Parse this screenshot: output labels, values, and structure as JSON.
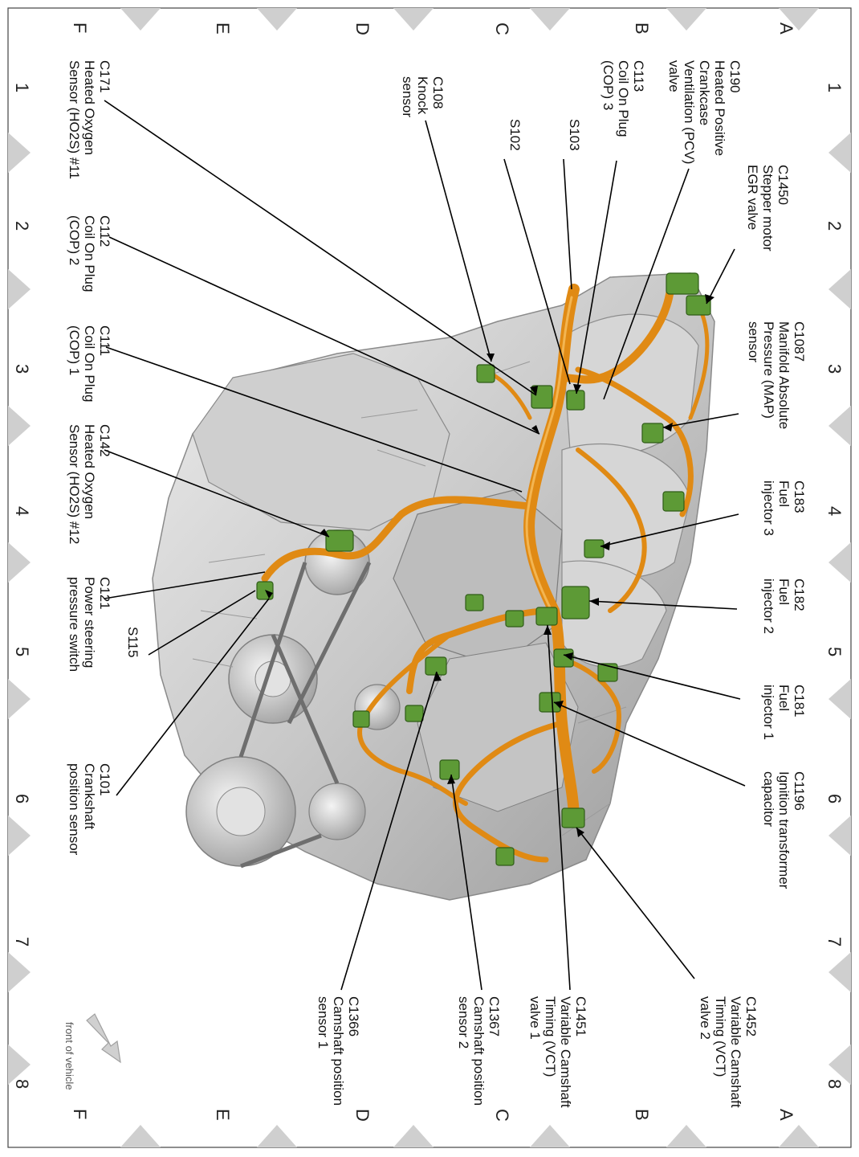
{
  "grid": {
    "letters": [
      "A",
      "B",
      "C",
      "D",
      "E",
      "F"
    ],
    "numbers": [
      "1",
      "2",
      "3",
      "4",
      "5",
      "6",
      "7",
      "8"
    ]
  },
  "callouts": [
    {
      "id": "c1450",
      "lines": [
        "C1450",
        "Stepper motor",
        "EGR valve"
      ]
    },
    {
      "id": "c190",
      "lines": [
        "C190",
        "Heated Positive",
        "Crankcase",
        "Ventilation (PCV)",
        "valve"
      ]
    },
    {
      "id": "c113",
      "lines": [
        "C113",
        "Coil On Plug",
        "(COP) 3"
      ]
    },
    {
      "id": "s103",
      "lines": [
        "S103"
      ]
    },
    {
      "id": "s102",
      "lines": [
        "S102"
      ]
    },
    {
      "id": "c108",
      "lines": [
        "C108",
        "Knock",
        "sensor"
      ]
    },
    {
      "id": "c171",
      "lines": [
        "C171",
        "Heated Oxygen",
        "Sensor (HO2S) #11"
      ]
    },
    {
      "id": "c112",
      "lines": [
        "C112",
        "Coil On Plug",
        "(COP) 2"
      ]
    },
    {
      "id": "c111",
      "lines": [
        "C111",
        "Coil On Plug",
        "(COP) 1"
      ]
    },
    {
      "id": "c142",
      "lines": [
        "C142",
        "Heated Oxygen",
        "Sensor (HO2S) #12"
      ]
    },
    {
      "id": "c121",
      "lines": [
        "C121",
        "Power steering",
        "pressure switch"
      ]
    },
    {
      "id": "s115",
      "lines": [
        "S115"
      ]
    },
    {
      "id": "c101",
      "lines": [
        "C101",
        "Crankshaft",
        "position sensor"
      ]
    },
    {
      "id": "c1087",
      "lines": [
        "C1087",
        "Manifold Absolute",
        "Pressure (MAP)",
        "sensor"
      ]
    },
    {
      "id": "c183",
      "lines": [
        "C183",
        "Fuel",
        "injector 3"
      ]
    },
    {
      "id": "c182",
      "lines": [
        "C182",
        "Fuel",
        "injector 2"
      ]
    },
    {
      "id": "c181",
      "lines": [
        "C181",
        "Fuel",
        "injector 1"
      ]
    },
    {
      "id": "c1196",
      "lines": [
        "C1196",
        "Ignition transformer",
        "capacitor"
      ]
    },
    {
      "id": "c1452",
      "lines": [
        "C1452",
        "Variable Camshaft",
        "Timing (VCT)",
        "valve 2"
      ]
    },
    {
      "id": "c1451",
      "lines": [
        "C1451",
        "Variable Camshaft",
        "Timing (VCT)",
        "valve 1"
      ]
    },
    {
      "id": "c1367",
      "lines": [
        "C1367",
        "Camshaft position",
        "sensor 2"
      ]
    },
    {
      "id": "c1366",
      "lines": [
        "C1366",
        "Camshaft position",
        "sensor 1"
      ]
    }
  ],
  "orientation": {
    "label": "front of vehicle"
  },
  "colors": {
    "harness": "#e08a14",
    "connector": "#5d9a36",
    "engine": "#c9c9c9",
    "frame_tick": "#cccccc"
  }
}
